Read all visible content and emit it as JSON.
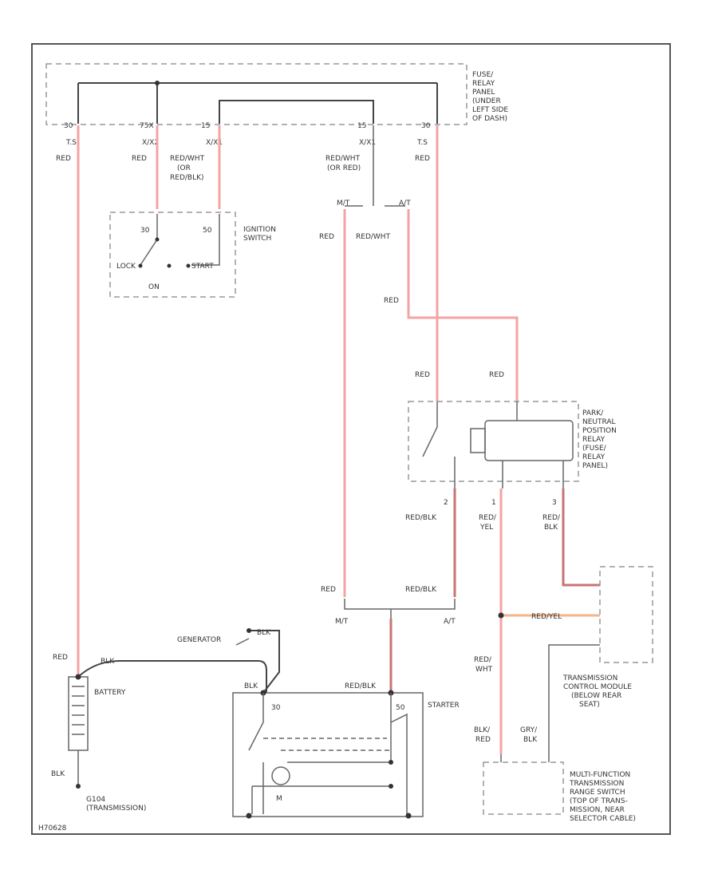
{
  "labels": {
    "fuse_panel": [
      "FUSE/",
      "RELAY",
      "PANEL",
      "(UNDER",
      "LEFT SIDE",
      "OF DASH)"
    ],
    "pin_30_left": "30",
    "pin_30_right": "30",
    "pin_75x": "75X",
    "pin_15_a": "15",
    "pin_15_b": "15",
    "t30_left": "T.S",
    "t30_right": "T.S",
    "tx2": "X/X2",
    "tx1_a": "X/X1",
    "tx1_b": "X/X1",
    "w_red_left": "RED",
    "w_red_2": "RED",
    "w_red_wht_1": [
      "RED/WHT",
      "(OR",
      "RED/BLK)"
    ],
    "w_red_wht_2": [
      "RED/WHT",
      "(OR RED)"
    ],
    "w_red_right": "RED",
    "ignition": [
      "IGNITION",
      "SWITCH"
    ],
    "ign_30": "30",
    "ign_50": "50",
    "ign_lock": "LOCK",
    "ign_start": "START",
    "ign_on": "ON",
    "mt_top": "M/T",
    "at_top": "A/T",
    "w_red_mt": "RED",
    "w_redwht_at": "RED/WHT",
    "w_red_loop": "RED",
    "w_red_relay1": "RED",
    "w_red_relay2": "RED",
    "relay": [
      "PARK/",
      "NEUTRAL",
      "POSITION",
      "RELAY",
      "(FUSE/",
      "RELAY",
      "PANEL)"
    ],
    "pin_2": "2",
    "pin_1": "1",
    "pin_3": "3",
    "w_redblk_relay": "RED/BLK",
    "w_redyel": [
      "RED/",
      "YEL"
    ],
    "w_redblk_tcm": [
      "RED/",
      "BLK"
    ],
    "w_red_mt_low": "RED",
    "w_redblk_at_low": "RED/BLK",
    "mt_bot": "M/T",
    "at_bot": "A/T",
    "w_redyel_h": "RED/YEL",
    "w_redwht_tcm": [
      "RED/",
      "WHT"
    ],
    "tcm": [
      "TRANSMISSION",
      "CONTROL MODULE",
      "(BELOW REAR",
      "SEAT)"
    ],
    "generator": "GENERATOR",
    "w_blk_gen": "BLK",
    "w_red_batt": "RED",
    "w_blk_batt": "BLK",
    "battery": "BATTERY",
    "w_blk_gnd": "BLK",
    "ground": [
      "G104",
      "(TRANSMISSION)"
    ],
    "w_blk_start": "BLK",
    "w_redblk_start": "RED/BLK",
    "starter": "STARTER",
    "st_30": "30",
    "st_50": "50",
    "st_m": "M",
    "w_blkred": [
      "BLK/",
      "RED"
    ],
    "w_grnblk": [
      "GRY/",
      "BLK"
    ],
    "mfs": [
      "MULTI-FUNCTION",
      "TRANSMISSION",
      "RANGE SWITCH",
      "(TOP OF TRANS-",
      "MISSION, NEAR",
      "SELECTOR CABLE)"
    ],
    "figure_id": "H70628"
  }
}
